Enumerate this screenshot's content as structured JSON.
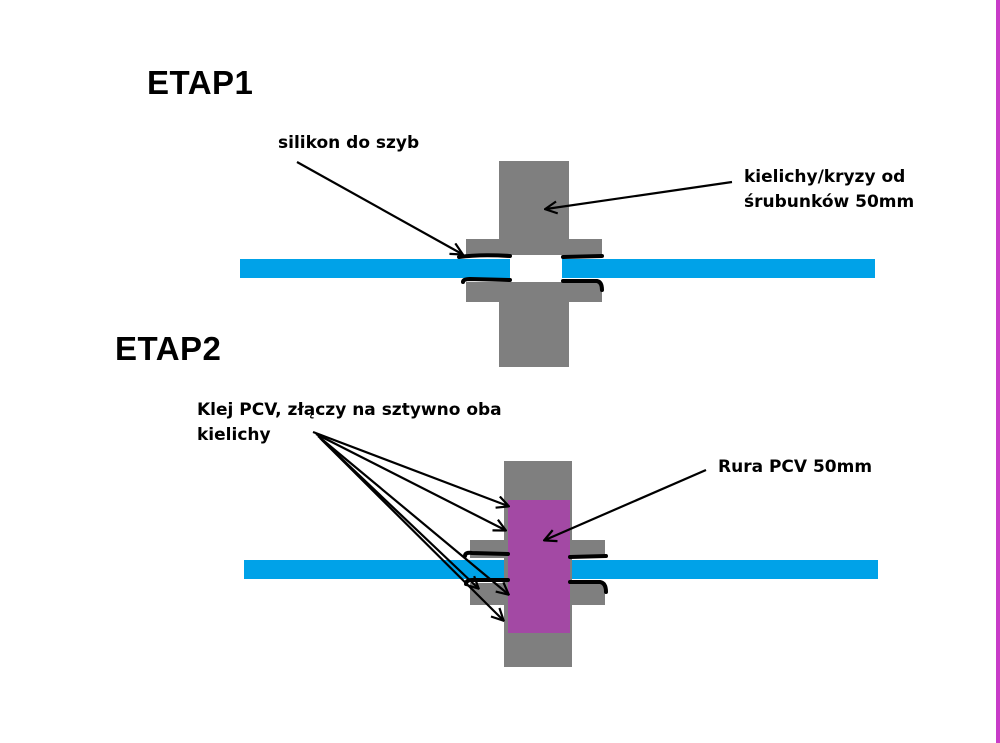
{
  "stage1": {
    "title": "ETAP1",
    "label_sealant": "silikon do szyb",
    "label_fittings_line1": "kielichy/kryzy od",
    "label_fittings_line2": "śrubunków 50mm"
  },
  "stage2": {
    "title": "ETAP2",
    "label_glue_line1": "Klej PCV, złączy na sztywno oba",
    "label_glue_line2": "kielichy",
    "label_pipe": "Rura PCV 50mm"
  },
  "colors": {
    "glass": "#00a2e8",
    "fitting": "#7f7f7f",
    "pipe": "#a349a4",
    "sealant": "#000000",
    "right_border": "#c83cc8",
    "background": "#ffffff"
  }
}
